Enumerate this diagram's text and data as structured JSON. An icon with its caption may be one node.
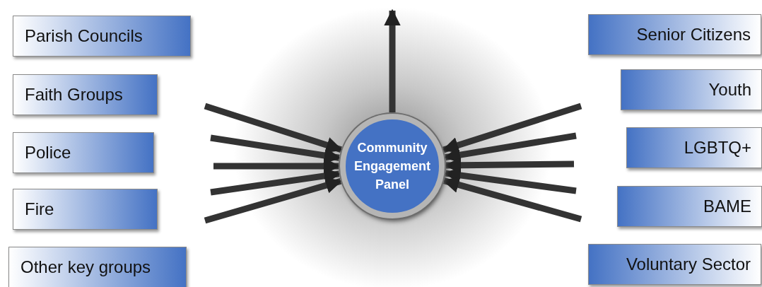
{
  "diagram": {
    "nodes": [
      {
        "text": [
          "Parish Councils"
        ]
      },
      {
        "text": [
          "Faith Groups"
        ]
      },
      {
        "text": [
          "Police"
        ]
      },
      {
        "text": [
          "Fire"
        ]
      },
      {
        "text": [
          "Other key groups"
        ]
      },
      {
        "text": [
          "Community Engagement Panel"
        ]
      },
      {
        "text": [
          "Senior Citizens"
        ]
      },
      {
        "text": [
          "Youth"
        ]
      },
      {
        "text": [
          "LGBTQ+"
        ]
      },
      {
        "text": [
          "BAME"
        ]
      },
      {
        "text": [
          "Voluntary Sector"
        ]
      }
    ],
    "edges": [
      {
        "from": null,
        "to": 5,
        "arrow": "to"
      },
      {
        "from": null,
        "to": 5,
        "arrow": "to"
      },
      {
        "from": null,
        "to": 5,
        "arrow": "to"
      },
      {
        "from": null,
        "to": 5,
        "arrow": "to"
      },
      {
        "from": null,
        "to": 5,
        "arrow": "to"
      },
      {
        "from": 5,
        "to": null,
        "arrow": "to"
      },
      {
        "from": null,
        "to": 5,
        "arrow": "to"
      },
      {
        "from": null,
        "to": 5,
        "arrow": "to"
      },
      {
        "from": null,
        "to": 5,
        "arrow": "to"
      },
      {
        "from": null,
        "to": 5,
        "arrow": "to"
      },
      {
        "from": null,
        "to": 5,
        "arrow": "to"
      }
    ]
  }
}
